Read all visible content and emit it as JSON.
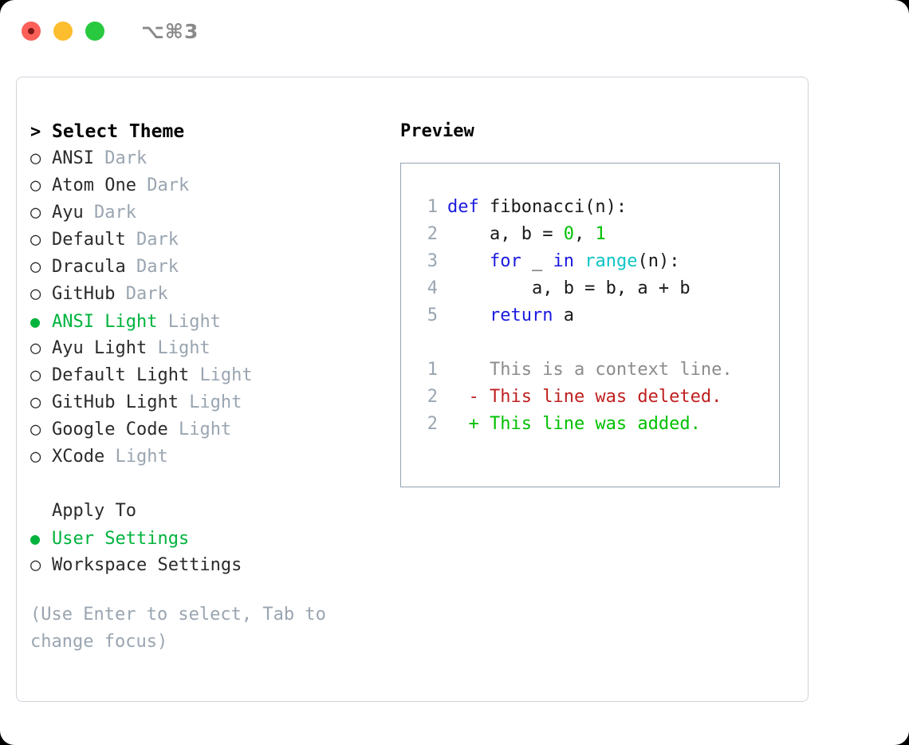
{
  "titlebar": {
    "shortcut": "⌥⌘3",
    "buttons": [
      {
        "name": "close",
        "color": "#fc6058"
      },
      {
        "name": "minimize",
        "color": "#fcbd2e"
      },
      {
        "name": "maximize",
        "color": "#28c93f"
      }
    ]
  },
  "colors": {
    "accent_green": "#00b33c",
    "muted_gray": "#9aa5b1",
    "keyword_blue": "#1a1ae0",
    "function_cyan": "#0fc5c5",
    "number_green": "#00c000",
    "diff_deleted_red": "#c02020",
    "diff_added_green": "#00c000",
    "frame_border": "#cfd4da",
    "preview_border": "#94a2b3"
  },
  "markers": {
    "selected": "●",
    "unselected": "○",
    "prompt": ">"
  },
  "theme_list": {
    "heading": "Select Theme",
    "items": [
      {
        "name": "ANSI",
        "variant": "Dark",
        "selected": false
      },
      {
        "name": "Atom One",
        "variant": "Dark",
        "selected": false
      },
      {
        "name": "Ayu",
        "variant": "Dark",
        "selected": false
      },
      {
        "name": "Default",
        "variant": "Dark",
        "selected": false
      },
      {
        "name": "Dracula",
        "variant": "Dark",
        "selected": false
      },
      {
        "name": "GitHub",
        "variant": "Dark",
        "selected": false
      },
      {
        "name": "ANSI Light",
        "variant": "Light",
        "selected": true
      },
      {
        "name": "Ayu Light",
        "variant": "Light",
        "selected": false
      },
      {
        "name": "Default Light",
        "variant": "Light",
        "selected": false
      },
      {
        "name": "GitHub Light",
        "variant": "Light",
        "selected": false
      },
      {
        "name": "Google Code",
        "variant": "Light",
        "selected": false
      },
      {
        "name": "XCode",
        "variant": "Light",
        "selected": false
      }
    ]
  },
  "apply_to": {
    "heading": "Apply To",
    "items": [
      {
        "label": "User Settings",
        "selected": true
      },
      {
        "label": "Workspace Settings",
        "selected": false
      }
    ]
  },
  "hint": "(Use Enter to select, Tab to change focus)",
  "preview": {
    "title": "Preview",
    "code_lines": [
      {
        "lineno": "1",
        "tokens": [
          {
            "text": "def ",
            "cls": "kw"
          },
          {
            "text": "fibonacci(n):",
            "cls": "code-text"
          }
        ]
      },
      {
        "lineno": "2",
        "tokens": [
          {
            "text": "    a, b = ",
            "cls": "code-text"
          },
          {
            "text": "0",
            "cls": "num"
          },
          {
            "text": ", ",
            "cls": "code-text"
          },
          {
            "text": "1",
            "cls": "num"
          }
        ]
      },
      {
        "lineno": "3",
        "tokens": [
          {
            "text": "    ",
            "cls": "code-text"
          },
          {
            "text": "for",
            "cls": "kw"
          },
          {
            "text": " _ ",
            "cls": "code-text"
          },
          {
            "text": "in",
            "cls": "kw"
          },
          {
            "text": " ",
            "cls": "code-text"
          },
          {
            "text": "range",
            "cls": "fn"
          },
          {
            "text": "(n):",
            "cls": "code-text"
          }
        ]
      },
      {
        "lineno": "4",
        "tokens": [
          {
            "text": "        a, b = b, a + b",
            "cls": "code-text"
          }
        ]
      },
      {
        "lineno": "5",
        "tokens": [
          {
            "text": "    ",
            "cls": "code-text"
          },
          {
            "text": "return",
            "cls": "kw"
          },
          {
            "text": " a",
            "cls": "code-text"
          }
        ]
      }
    ],
    "diff_lines": [
      {
        "lineno": "1",
        "sign": " ",
        "text": "This is a context line.",
        "kind": "ctx"
      },
      {
        "lineno": "2",
        "sign": "-",
        "text": "This line was deleted.",
        "kind": "del"
      },
      {
        "lineno": "2",
        "sign": "+",
        "text": "This line was added.",
        "kind": "add"
      }
    ]
  }
}
